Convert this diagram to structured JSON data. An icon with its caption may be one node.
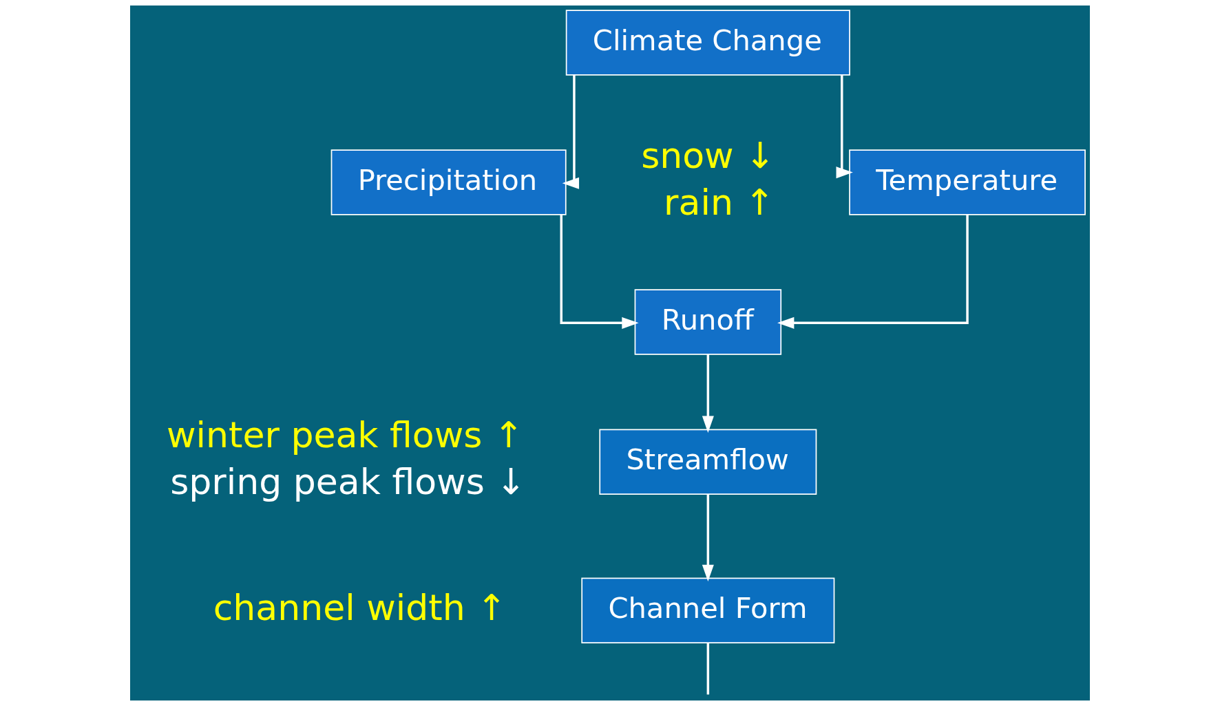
{
  "diagram": {
    "nodes": [
      {
        "text": [
          "Climate Change"
        ]
      },
      {
        "text": [
          "Temperature"
        ],
        "beside": [
          "snow ↓",
          "rain ↑"
        ]
      },
      {
        "text": [
          "Precipitation"
        ]
      },
      {
        "text": [
          "Runoff"
        ]
      },
      {
        "text": [
          "Streamflow"
        ],
        "beside": [
          "winter peak flows ↑",
          "spring peak flows ↓"
        ]
      },
      {
        "text": [
          "Channel Form"
        ],
        "beside": [
          "channel width ↑"
        ]
      }
    ],
    "edges": [
      {
        "from": 0,
        "to": 1,
        "arrow": "to"
      },
      {
        "from": 0,
        "to": 2,
        "arrow": "to"
      },
      {
        "from": 1,
        "to": 3,
        "arrow": "to"
      },
      {
        "from": 2,
        "to": 3,
        "arrow": "to"
      },
      {
        "from": 3,
        "to": 4,
        "arrow": "to"
      },
      {
        "from": 4,
        "to": 5,
        "arrow": "to"
      },
      {
        "from": 5,
        "to": null,
        "arrow": "none"
      }
    ]
  }
}
